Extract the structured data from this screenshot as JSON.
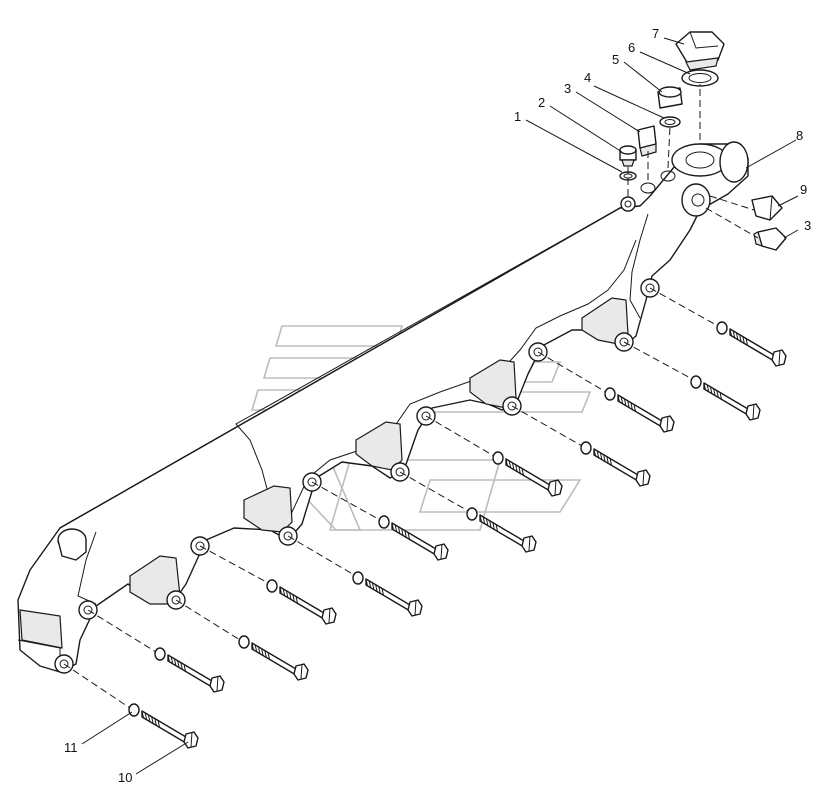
{
  "callouts": [
    {
      "id": "1",
      "text": "1"
    },
    {
      "id": "2",
      "text": "2"
    },
    {
      "id": "3a",
      "text": "3"
    },
    {
      "id": "4",
      "text": "4"
    },
    {
      "id": "5",
      "text": "5"
    },
    {
      "id": "6",
      "text": "6"
    },
    {
      "id": "7",
      "text": "7"
    },
    {
      "id": "8",
      "text": "8"
    },
    {
      "id": "9",
      "text": "9"
    },
    {
      "id": "3b",
      "text": "3"
    },
    {
      "id": "11",
      "text": "11"
    },
    {
      "id": "10",
      "text": "10"
    }
  ],
  "colors": {
    "line": "#1a1a1a",
    "watermark": "#bdbdbd",
    "background": "#ffffff"
  }
}
